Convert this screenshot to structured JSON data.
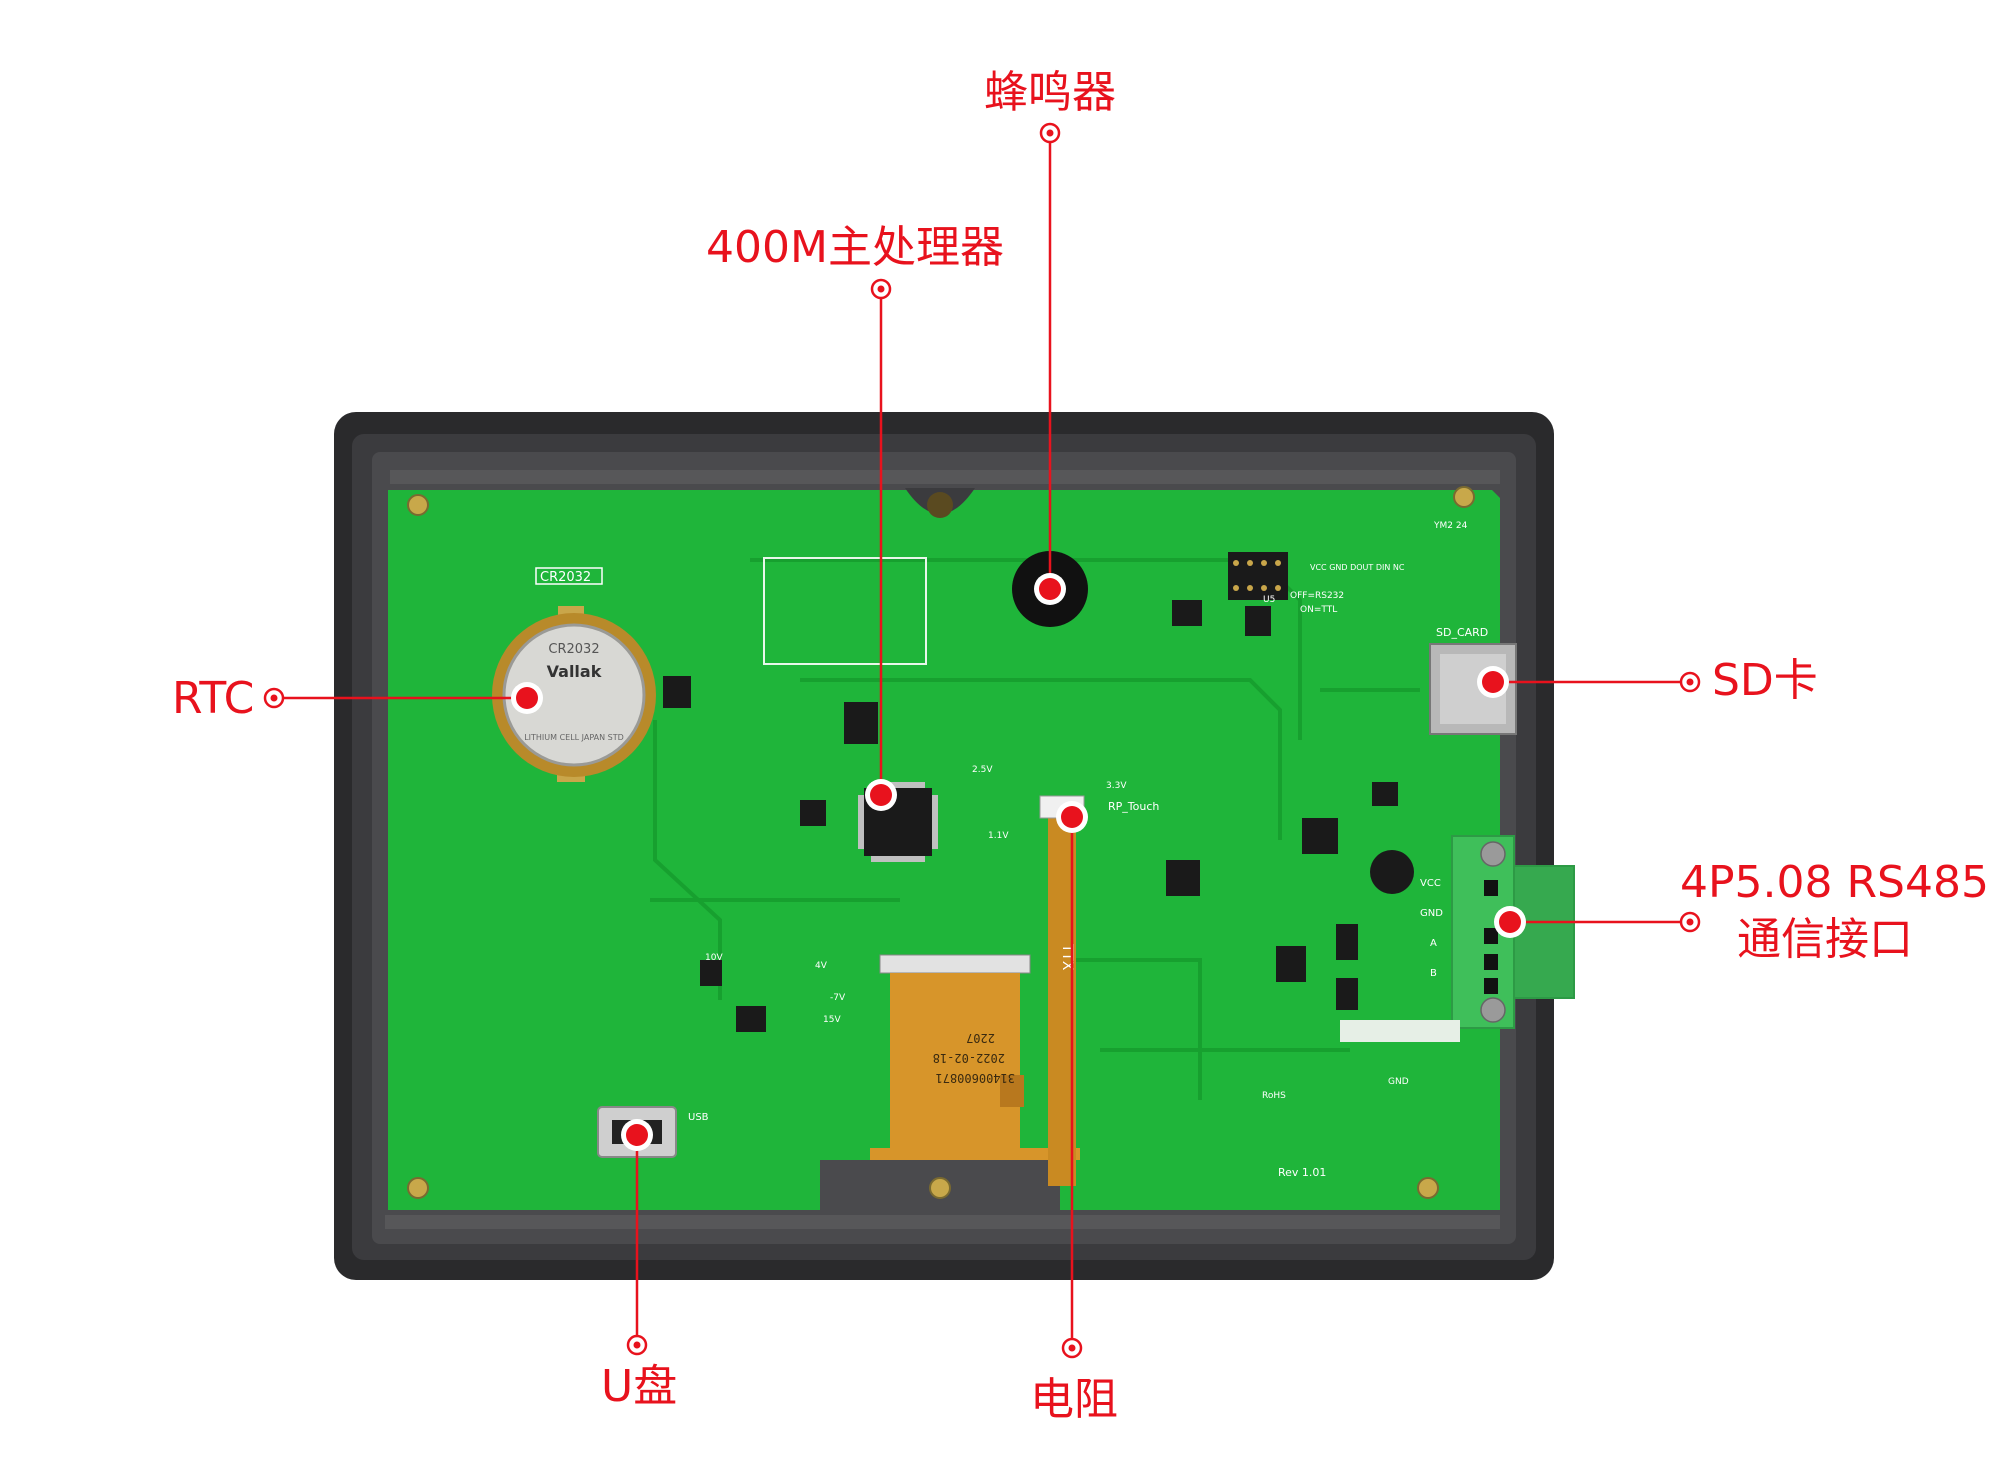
{
  "board": {
    "silkscreen": {
      "battery_label": "CR2032",
      "battery_brand": "Vallak",
      "battery_model": "CR2032",
      "battery_sub": "LITHIUM CELL JAPAN STD",
      "sd_label": "SD_CARD",
      "touch_label": "RP_Touch",
      "usb_label": "USB",
      "rev": "Rev 1.01",
      "gnd": "GND",
      "corner": "YM2 24",
      "serial": "31400600871",
      "date": "2022-02-18",
      "lot": "2207",
      "rohs": "RoHS",
      "mode": "OFF=RS232",
      "mode2": "ON=TTL",
      "u5": "U5",
      "pins": "VCC GND DOUT DIN NC",
      "v10": "10V",
      "v4": "4V",
      "v7": "-7V",
      "v15": "15V",
      "v25": "2.5V",
      "v11": "1.1V",
      "v33": "3.3V",
      "vcc": "VCC",
      "gndp": "GND",
      "a": "A",
      "b": "B",
      "flex_mark": "TTX"
    }
  },
  "callouts": {
    "buzzer": "蜂鸣器",
    "processor": "400M主处理器",
    "rtc": "RTC",
    "sd": "SD卡",
    "rs485_line1": "4P5.08 RS485",
    "rs485_line2": "通信接口",
    "usb": "U盘",
    "resistor": "电阻"
  },
  "colors": {
    "accent": "#e8121d",
    "pcb": "#1fb53a",
    "enclosure": "#2a2a2c",
    "terminal": "#3fbf5a",
    "flex": "#d7952a"
  }
}
